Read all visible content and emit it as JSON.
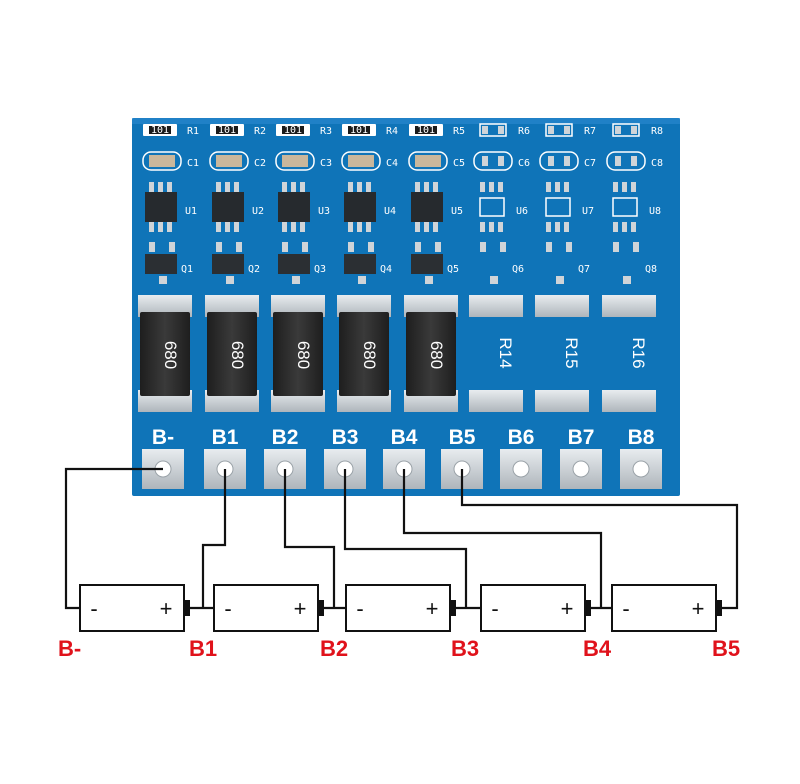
{
  "board": {
    "pad_labels": [
      "B-",
      "B1",
      "B2",
      "B3",
      "B4",
      "B5",
      "B6",
      "B7",
      "B8"
    ],
    "resistor_codes": [
      "680",
      "680",
      "680",
      "680",
      "680"
    ],
    "resistor_refs_empty": [
      "R14",
      "R15",
      "R16"
    ],
    "small_resistor_code": "101",
    "silk_refs": {
      "r": [
        "R1",
        "R2",
        "R3",
        "R4",
        "R5",
        "R6",
        "R7",
        "R8"
      ],
      "c": [
        "C1",
        "C2",
        "C3",
        "C4",
        "C5",
        "C6",
        "C7",
        "C8"
      ],
      "u": [
        "U1",
        "U2",
        "U3",
        "U4",
        "U5",
        "U6",
        "U7",
        "U8"
      ],
      "q": [
        "Q1",
        "Q2",
        "Q3",
        "Q4",
        "Q5",
        "Q6",
        "Q7",
        "Q8"
      ]
    },
    "colors": {
      "pcb": "#0f74b8",
      "pad": "#cfd4d8",
      "resistor": "#2a2a2a",
      "wire": "#111111"
    }
  },
  "cells": {
    "minus_sign": "-",
    "plus_sign": "+",
    "labels": [
      "B-",
      "B1",
      "B2",
      "B3",
      "B4",
      "B5"
    ],
    "label_color": "#e0121b"
  }
}
